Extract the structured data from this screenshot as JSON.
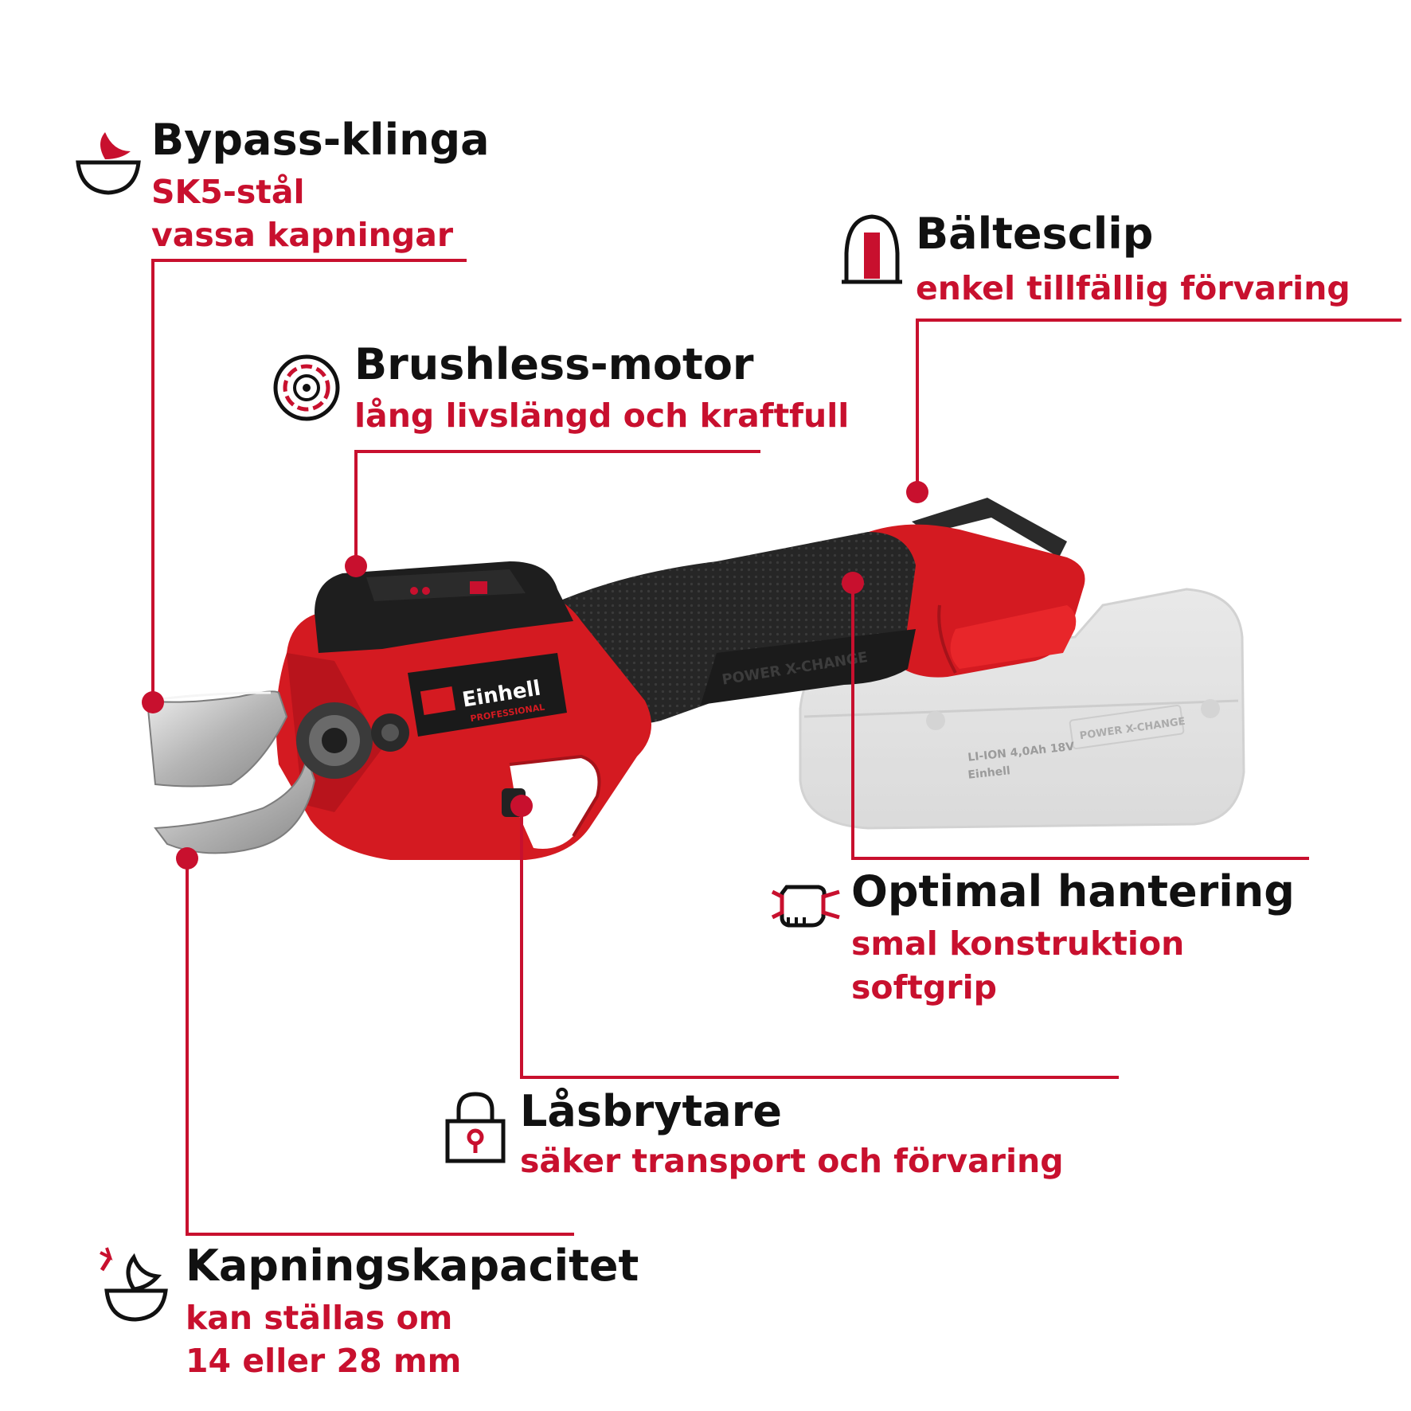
{
  "colors": {
    "accent": "#c8102e",
    "text": "#111111",
    "background": "#ffffff"
  },
  "features": {
    "bypass": {
      "icon": "blade-icon",
      "title": "Bypass-klinga",
      "lines": [
        "SK5-stål",
        "vassa kapningar"
      ]
    },
    "motor": {
      "icon": "brushless-motor-icon",
      "title": "Brushless-motor",
      "lines": [
        "lång livslängd och kraftfull"
      ]
    },
    "clip": {
      "icon": "belt-clip-icon",
      "title": "Bältesclip",
      "lines": [
        "enkel tillfällig förvaring"
      ]
    },
    "handling": {
      "icon": "hand-grip-icon",
      "title": "Optimal hantering",
      "lines": [
        "smal konstruktion",
        "softgrip"
      ]
    },
    "lock": {
      "icon": "padlock-icon",
      "title": "Låsbrytare",
      "lines": [
        "säker transport och förvaring"
      ]
    },
    "capacity": {
      "icon": "cutting-capacity-icon",
      "title": "Kapningskapacitet",
      "lines": [
        "kan ställas om",
        "14 eller 28 mm"
      ]
    }
  },
  "product": {
    "brand": "Einhell",
    "brand_sub": "PROFESSIONAL",
    "handle_text": "POWER X-CHANGE",
    "battery_spec": "LI-ION 4,0Ah 18V",
    "battery_brand": "Einhell",
    "battery_label": "POWER X-CHANGE"
  }
}
